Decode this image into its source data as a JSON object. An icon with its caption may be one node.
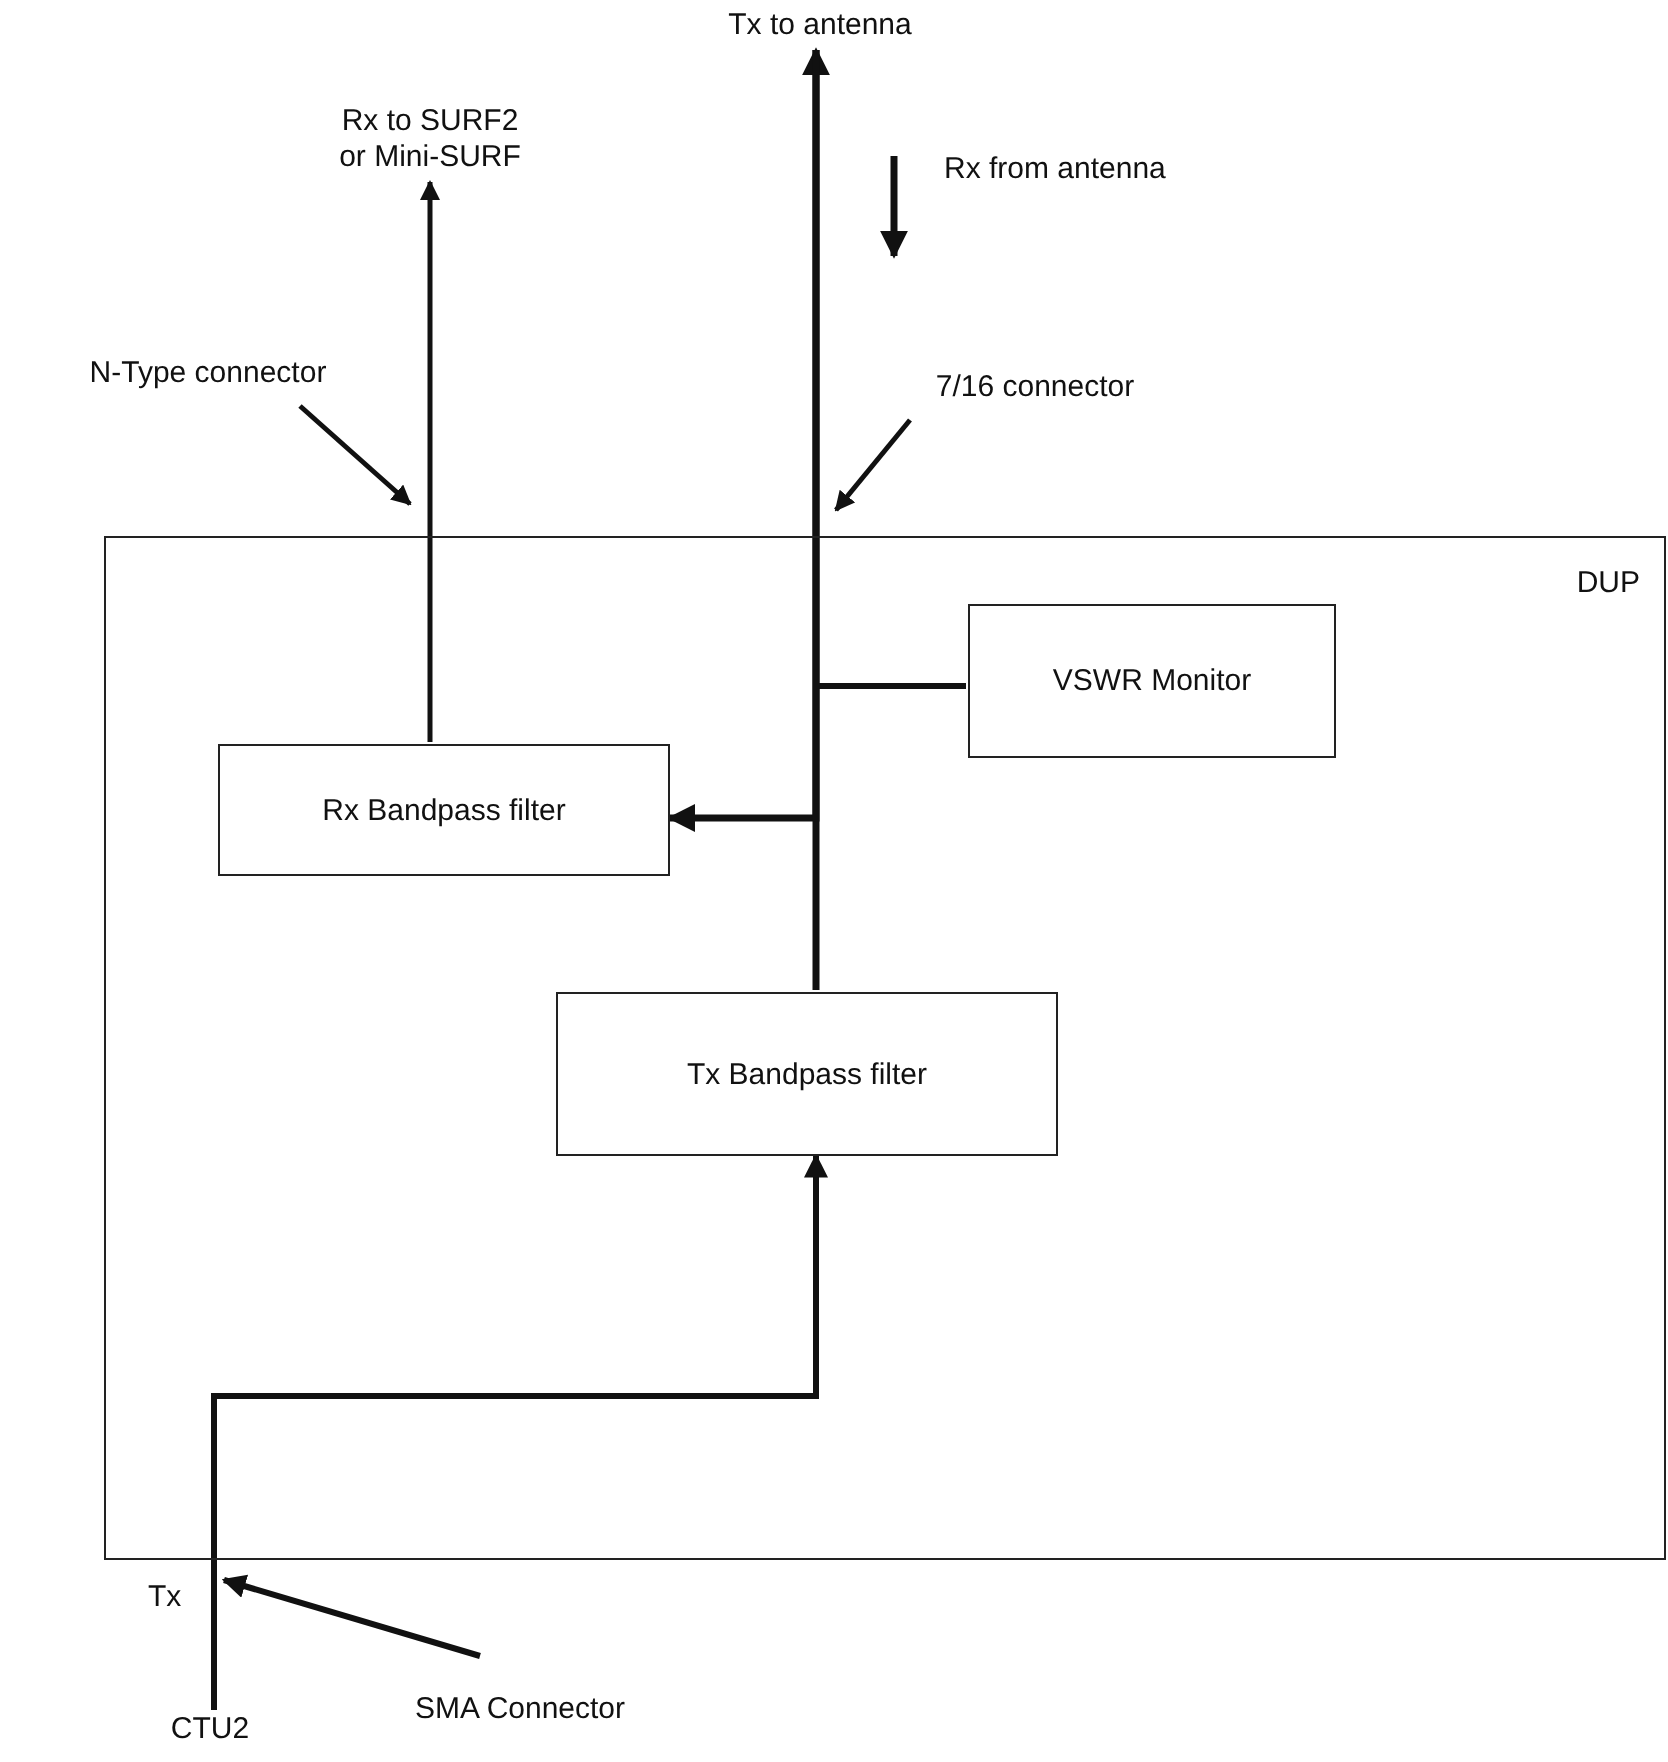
{
  "diagram": {
    "nodes": [
      {
        "text": [
          "Tx to antenna"
        ]
      },
      {
        "text": [
          "Rx to SURF2 or Mini-SURF"
        ]
      },
      {
        "text": [
          "N-Type connector"
        ]
      },
      {
        "text": [
          "7/16 connector"
        ]
      },
      {
        "text": [
          "DUP"
        ]
      },
      {
        "text": [
          "VSWR Monitor"
        ],
        "in": 4
      },
      {
        "text": [
          "Rx Bandpass filter"
        ],
        "in": 4
      },
      {
        "text": [
          "Tx Bandpass filter"
        ],
        "in": 4
      },
      {
        "text": [
          "SMA Connector"
        ]
      },
      {
        "text": [
          "CTU2"
        ]
      }
    ],
    "edges": [
      {
        "from": 6,
        "to": 1,
        "arrow": "to"
      },
      {
        "from": 7,
        "to": 0,
        "arrow": "to"
      },
      {
        "from": 0,
        "to": 6,
        "arrow": "to"
      },
      {
        "from": 5,
        "to": 0,
        "arrow": "none"
      },
      {
        "from": 9,
        "to": 7,
        "arrow": "to"
      },
      {
        "from": 2,
        "to": 4,
        "arrow": "to"
      },
      {
        "from": 3,
        "to": 4,
        "arrow": "to"
      },
      {
        "from": 8,
        "to": 4,
        "arrow": "to"
      }
    ],
    "labels": [
      "Rx from antenna",
      "Tx"
    ]
  }
}
